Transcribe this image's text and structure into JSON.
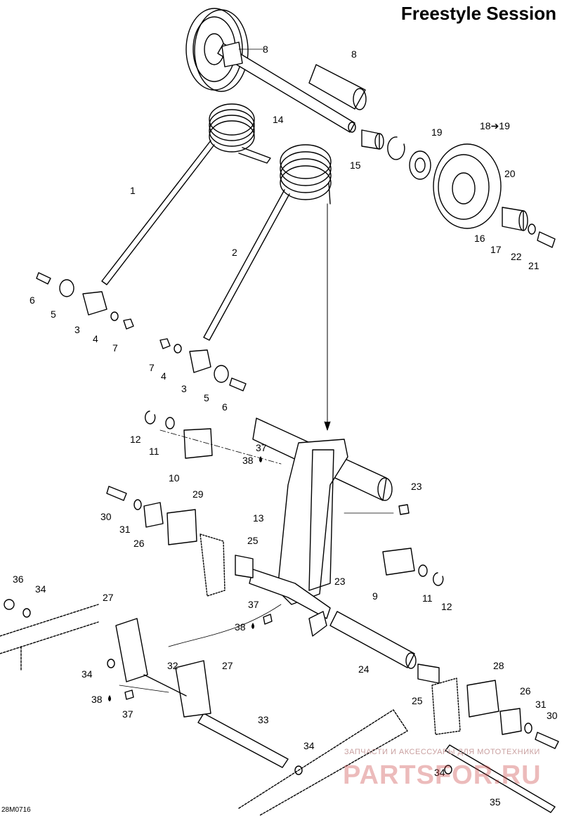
{
  "title": "Freestyle Session",
  "diagram_code": "28M0716",
  "watermark": {
    "text": "ЗАПЧАСТИ И АКСЕССУАРЫ ДЛЯ МОТОТЕХНИКИ",
    "logo": "PARTSFOR.RU"
  },
  "callouts": [
    "8",
    "8",
    "14",
    "19",
    "18➔19",
    "20",
    "15",
    "16",
    "17",
    "22",
    "21",
    "1",
    "2",
    "6",
    "5",
    "3",
    "4",
    "7",
    "7",
    "4",
    "3",
    "5",
    "6",
    "12",
    "11",
    "10",
    "37",
    "38",
    "23",
    "29",
    "30",
    "31",
    "26",
    "13",
    "25",
    "23",
    "9",
    "11",
    "12",
    "36",
    "34",
    "27",
    "37",
    "38",
    "34",
    "32",
    "27",
    "24",
    "28",
    "38",
    "37",
    "33",
    "25",
    "26",
    "31",
    "30",
    "34",
    "34",
    "35"
  ],
  "colors": {
    "ink": "#000000",
    "paper": "#ffffff",
    "watermark": "#c83c3c"
  }
}
